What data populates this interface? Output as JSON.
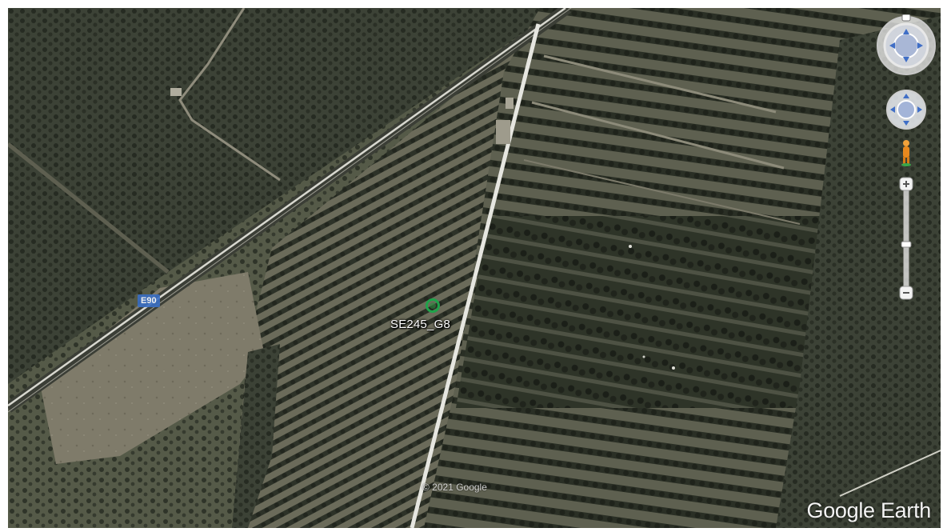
{
  "map": {
    "road_label": "E90",
    "placemark_label": "SE245_G8",
    "copyright": "© 2021 Google",
    "brand": "Google Earth"
  },
  "controls": {
    "look_icon": "look-around-ring-icon",
    "move_icon": "move-joystick-icon",
    "street_view_icon": "pegman-icon",
    "zoom_in_icon": "plus-icon",
    "zoom_out_icon": "minus-icon"
  },
  "colors": {
    "road": "#e6e6e0",
    "placemark": "#1fa34a",
    "road_label_bg": "#3a6fc4"
  }
}
